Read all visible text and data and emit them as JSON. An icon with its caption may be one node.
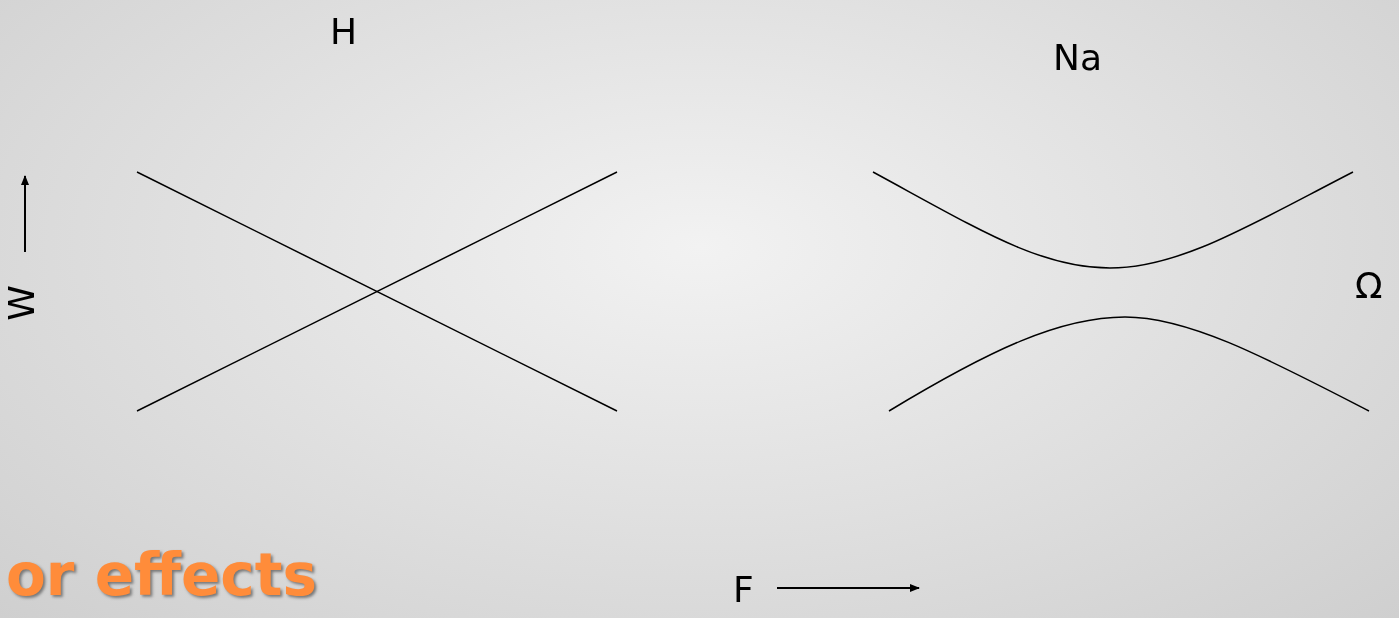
{
  "diagram": {
    "labels": [
      "H",
      "Na",
      "W",
      "Ω",
      "or effects",
      "F"
    ]
  }
}
